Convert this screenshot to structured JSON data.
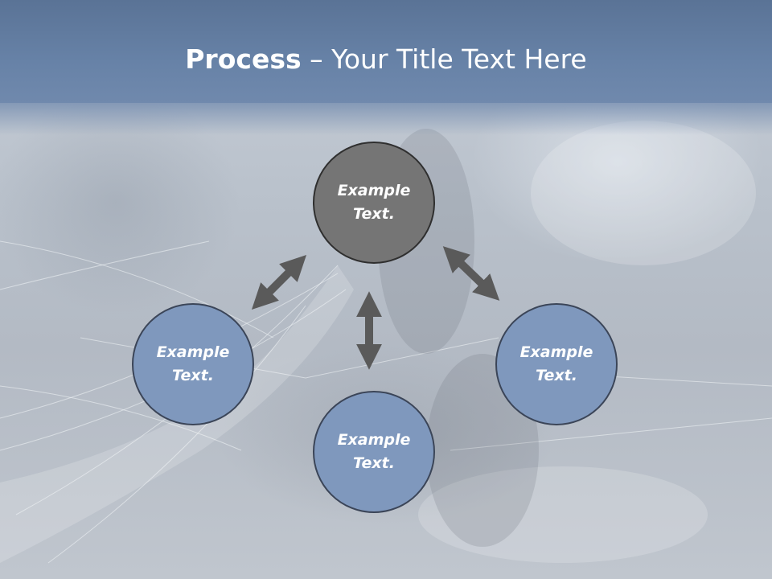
{
  "title": {
    "bold": "Process",
    "rest": " – Your Title Text Here"
  },
  "nodes": {
    "top": "Example Text.",
    "left": "Example Text.",
    "right": "Example Text.",
    "bottom": "Example Text."
  },
  "colors": {
    "header": "#6782a7",
    "center_node": "#757575",
    "outer_node": "#7f98bd",
    "arrow": "#5a5a5a"
  }
}
